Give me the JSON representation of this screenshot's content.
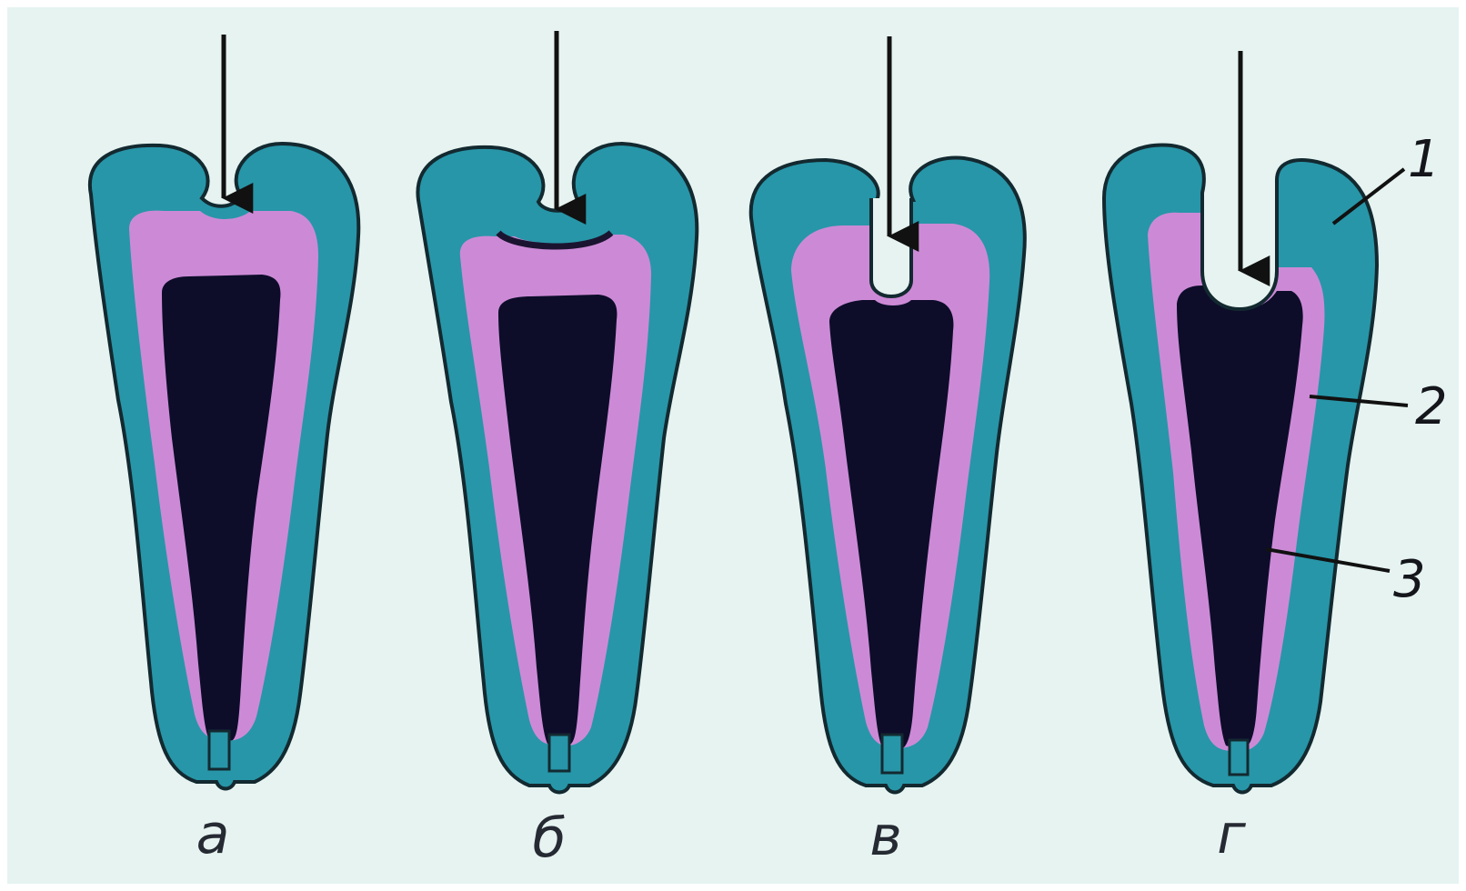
{
  "figure": {
    "panels": [
      {
        "id": "a",
        "caption": "а"
      },
      {
        "id": "b",
        "caption": "б"
      },
      {
        "id": "v",
        "caption": "в"
      },
      {
        "id": "g",
        "caption": "г"
      }
    ],
    "labels": [
      {
        "id": "1",
        "text": "1"
      },
      {
        "id": "2",
        "text": "2"
      },
      {
        "id": "3",
        "text": "3"
      }
    ]
  },
  "colors": {
    "background": "#e6f3f0",
    "outer_layer": "#2796a8",
    "middle_layer": "#cc8ad6",
    "inner_core": "#0d0d2a",
    "outline": "#132930",
    "arrow": "#111111"
  }
}
